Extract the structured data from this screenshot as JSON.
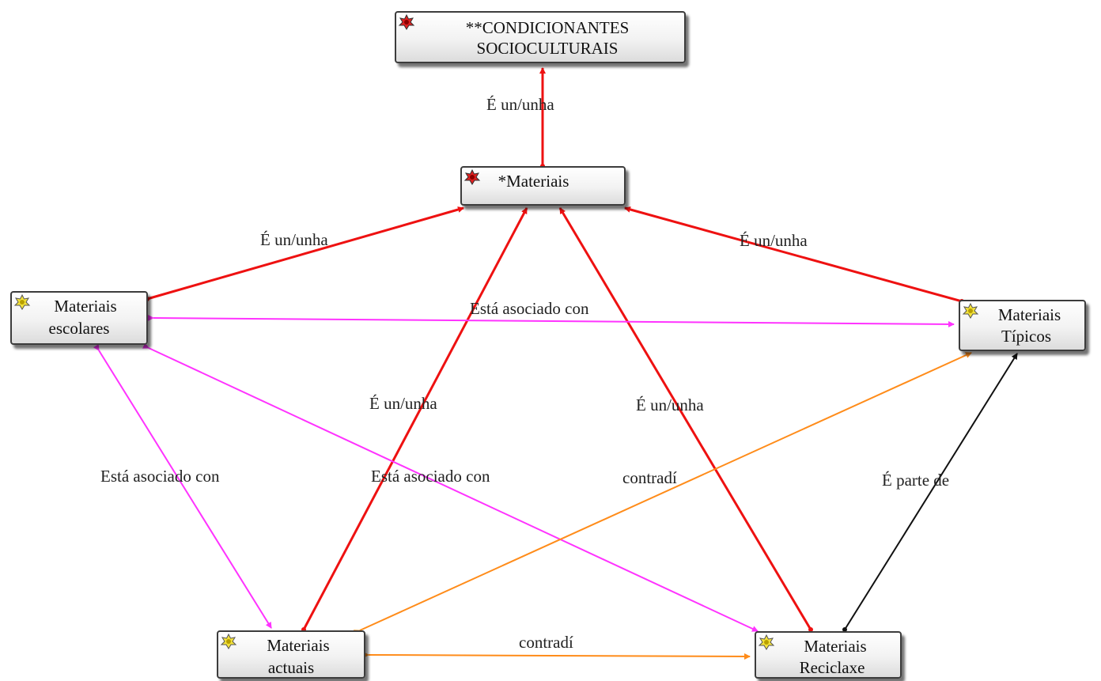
{
  "nodes": {
    "condicionantes": {
      "line1": "**CONDICIONANTES",
      "line2": "SOCIOCULTURAIS",
      "icon": "red-concept-icon"
    },
    "materiais": {
      "line1": "*Materiais",
      "icon": "red-concept-icon"
    },
    "escolares": {
      "line1": "Materiais",
      "line2": "escolares",
      "icon": "yellow-concept-icon"
    },
    "tipicos": {
      "line1": "Materiais",
      "line2": "Típicos",
      "icon": "yellow-concept-icon"
    },
    "actuais": {
      "line1": "Materiais",
      "line2": "actuais",
      "icon": "yellow-concept-icon"
    },
    "reciclaxe": {
      "line1": "Materiais",
      "line2": "Reciclaxe",
      "icon": "yellow-concept-icon"
    }
  },
  "edges": [
    {
      "from": "materiais",
      "to": "condicionantes",
      "label": "É un/unha",
      "color": "#ee1111"
    },
    {
      "from": "escolares",
      "to": "materiais",
      "label": "É un/unha",
      "color": "#ee1111"
    },
    {
      "from": "tipicos",
      "to": "materiais",
      "label": "É un/unha",
      "color": "#ee1111"
    },
    {
      "from": "actuais",
      "to": "materiais",
      "label": "É un/unha",
      "color": "#ee1111"
    },
    {
      "from": "reciclaxe",
      "to": "materiais",
      "label": "É un/unha",
      "color": "#ee1111"
    },
    {
      "from": "escolares",
      "to": "tipicos",
      "label": "Está asociado con",
      "color": "#ff33ff"
    },
    {
      "from": "escolares",
      "to": "actuais",
      "label": "Está asociado con",
      "color": "#ff33ff"
    },
    {
      "from": "escolares",
      "to": "reciclaxe",
      "label": "Está asociado con",
      "color": "#ff33ff"
    },
    {
      "from": "actuais",
      "to": "tipicos",
      "label": "contradí",
      "color": "#ff8c1a"
    },
    {
      "from": "actuais",
      "to": "reciclaxe",
      "label": "contradí",
      "color": "#ff8c1a"
    },
    {
      "from": "reciclaxe",
      "to": "tipicos",
      "label": "É parte de",
      "color": "#111111"
    }
  ]
}
